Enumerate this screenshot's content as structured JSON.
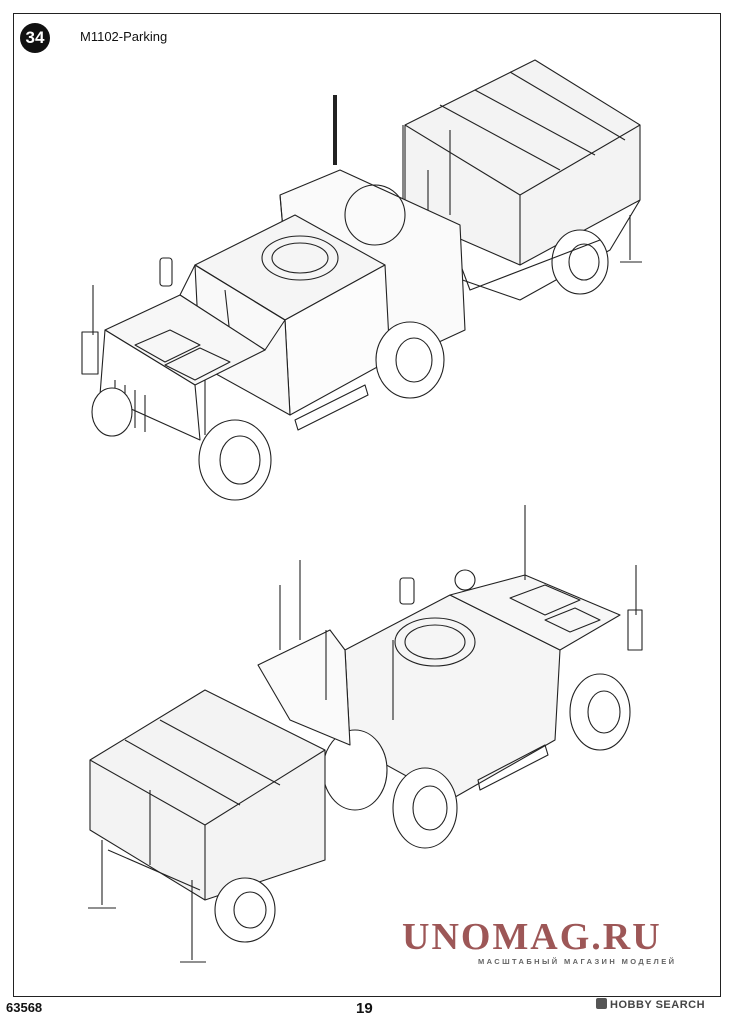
{
  "step": {
    "number": "34",
    "title": "M1102-Parking"
  },
  "footer": {
    "code": "63568",
    "page": "19"
  },
  "watermark": {
    "brand": "UNOMAG.RU",
    "tagline": "МАСШТАБНЫЙ МАГАЗИН МОДЕЛЕЙ"
  },
  "source_mark": {
    "label": "HOBBY SEARCH"
  }
}
